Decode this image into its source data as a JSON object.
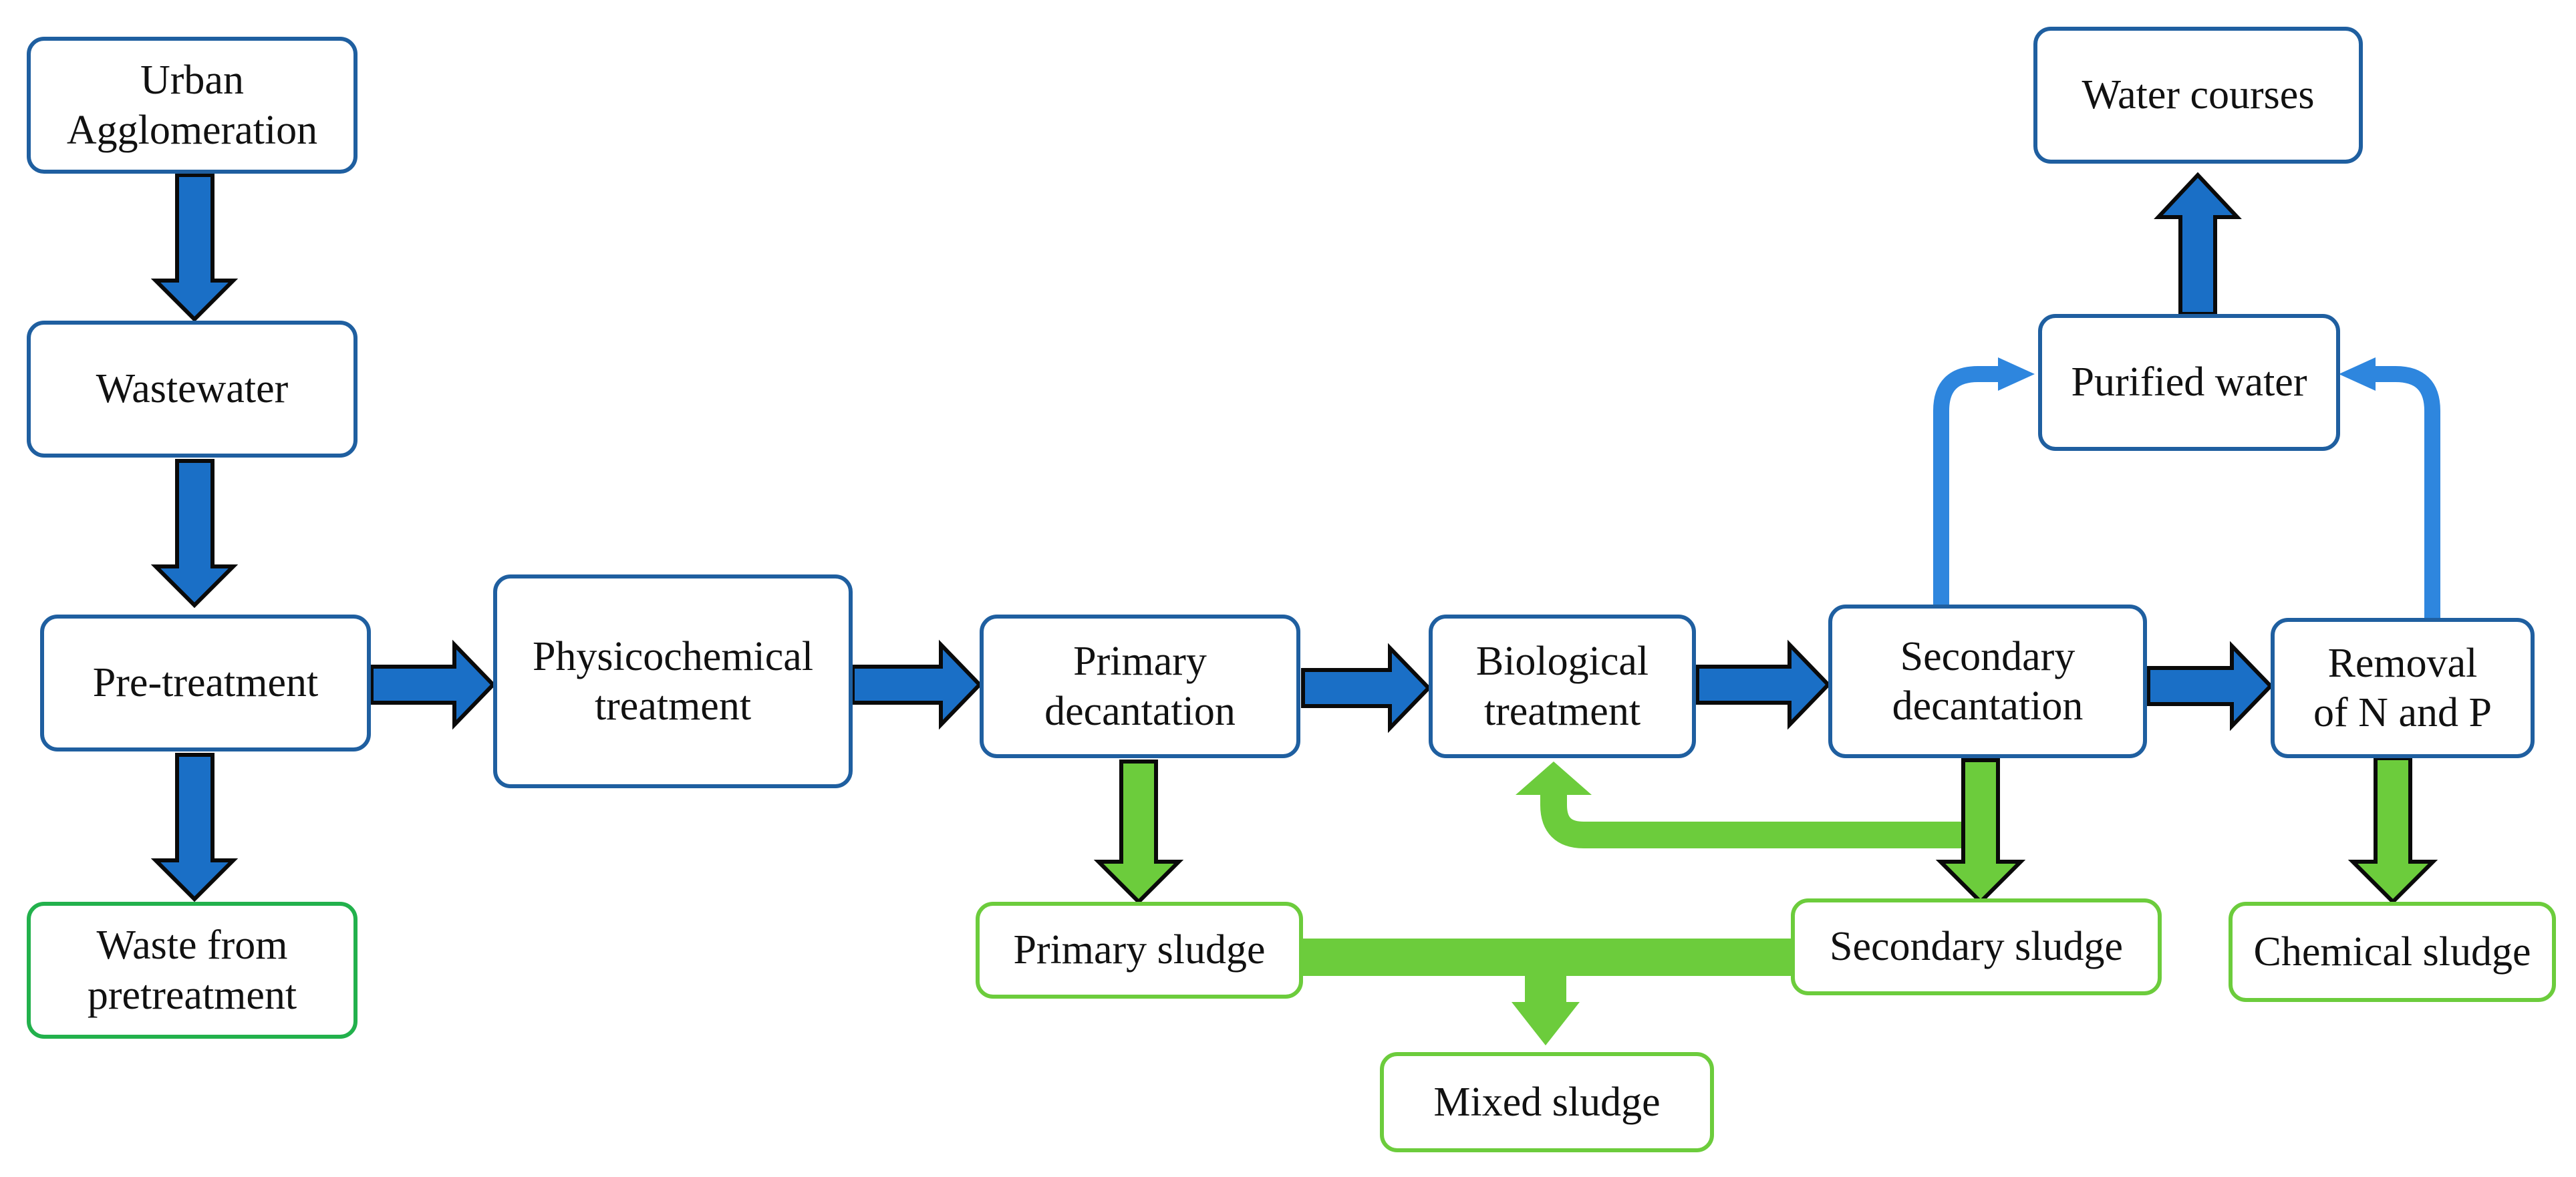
{
  "colors": {
    "box_border_blue": "#1f5fa0",
    "box_border_green": "#6ccc3c",
    "box_border_dark_green": "#22b14c",
    "arrow_blue_fill": "#1a6fc6",
    "arrow_green_fill": "#6ccc3c",
    "arrow_outline": "#0a0a0a",
    "connector_blue": "#2e86de"
  },
  "nodes": {
    "urban_agglomeration": "Urban\nAgglomeration",
    "wastewater": "Wastewater",
    "pre_treatment": "Pre-treatment",
    "waste_from_pretreatment": "Waste from\npretreatment",
    "physicochemical_treatment": "Physicochemical\ntreatment",
    "primary_decantation": "Primary\ndecantation",
    "biological_treatment": "Biological\ntreatment",
    "secondary_decantation": "Secondary\ndecantation",
    "removal_n_p": "Removal\nof N and P",
    "purified_water": "Purified water",
    "water_courses": "Water courses",
    "primary_sludge": "Primary sludge",
    "secondary_sludge": "Secondary sludge",
    "chemical_sludge": "Chemical sludge",
    "mixed_sludge": "Mixed sludge"
  },
  "edges": [
    {
      "from": "Urban Agglomeration",
      "to": "Wastewater",
      "style": "blue-block-arrow"
    },
    {
      "from": "Wastewater",
      "to": "Pre-treatment",
      "style": "blue-block-arrow"
    },
    {
      "from": "Pre-treatment",
      "to": "Waste from pretreatment",
      "style": "blue-block-arrow"
    },
    {
      "from": "Pre-treatment",
      "to": "Physicochemical treatment",
      "style": "blue-block-arrow"
    },
    {
      "from": "Physicochemical treatment",
      "to": "Primary decantation",
      "style": "blue-block-arrow"
    },
    {
      "from": "Primary decantation",
      "to": "Biological treatment",
      "style": "blue-block-arrow"
    },
    {
      "from": "Biological treatment",
      "to": "Secondary decantation",
      "style": "blue-block-arrow"
    },
    {
      "from": "Secondary decantation",
      "to": "Removal of N and P",
      "style": "blue-block-arrow"
    },
    {
      "from": "Secondary decantation",
      "to": "Purified water",
      "style": "blue-connector"
    },
    {
      "from": "Removal of N and P",
      "to": "Purified water",
      "style": "blue-connector"
    },
    {
      "from": "Purified water",
      "to": "Water courses",
      "style": "blue-block-arrow"
    },
    {
      "from": "Primary decantation",
      "to": "Primary sludge",
      "style": "green-block-arrow"
    },
    {
      "from": "Secondary decantation",
      "to": "Secondary sludge",
      "style": "green-block-arrow"
    },
    {
      "from": "Secondary decantation",
      "to": "Biological treatment",
      "style": "green-connector"
    },
    {
      "from": "Removal of N and P",
      "to": "Chemical sludge",
      "style": "green-block-arrow"
    },
    {
      "from": "Primary sludge",
      "to": "Mixed sludge",
      "style": "green-connector"
    },
    {
      "from": "Secondary sludge",
      "to": "Mixed sludge",
      "style": "green-connector"
    }
  ]
}
